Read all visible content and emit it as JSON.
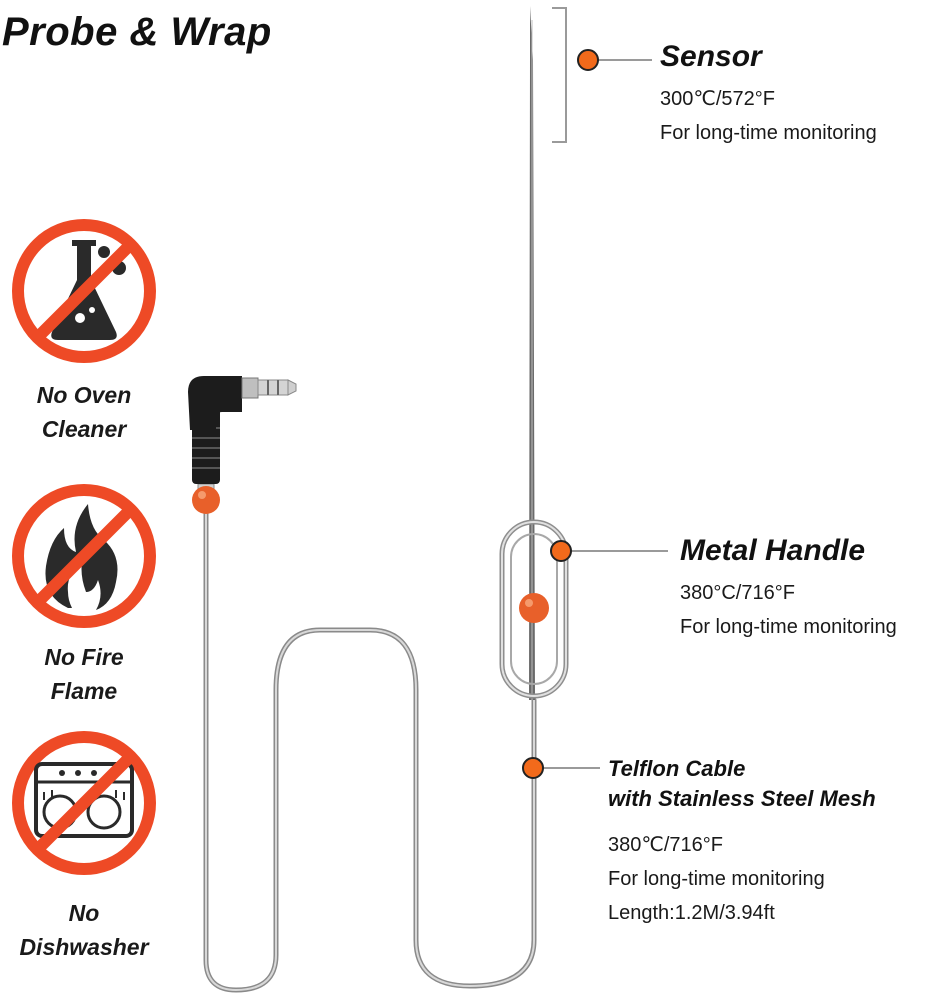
{
  "title": "Probe & Wrap",
  "warnings": [
    {
      "icon": "oven-cleaner-flask-icon",
      "line1": "No Oven",
      "line2": "Cleaner"
    },
    {
      "icon": "fire-flame-icon",
      "line1": "No Fire",
      "line2": "Flame"
    },
    {
      "icon": "dishwasher-icon",
      "line1": "No",
      "line2": "Dishwasher"
    }
  ],
  "callouts": {
    "sensor": {
      "title": "Sensor",
      "temp": "300℃/572°F",
      "note": "For long-time monitoring"
    },
    "handle": {
      "title": "Metal Handle",
      "temp": "380°C/716°F",
      "note": "For long-time monitoring"
    },
    "cable": {
      "title_line1": "Telflon Cable",
      "title_line2": "with Stainless Steel Mesh",
      "temp": "380℃/716°F",
      "note": "For long-time monitoring",
      "length": "Length:1.2M/3.94ft"
    }
  },
  "colors": {
    "accent_orange": "#f26a1b",
    "prohibit_red": "#ee4a26",
    "cable_gray": "#9a9a9a",
    "plug_black": "#1c1c1c"
  }
}
